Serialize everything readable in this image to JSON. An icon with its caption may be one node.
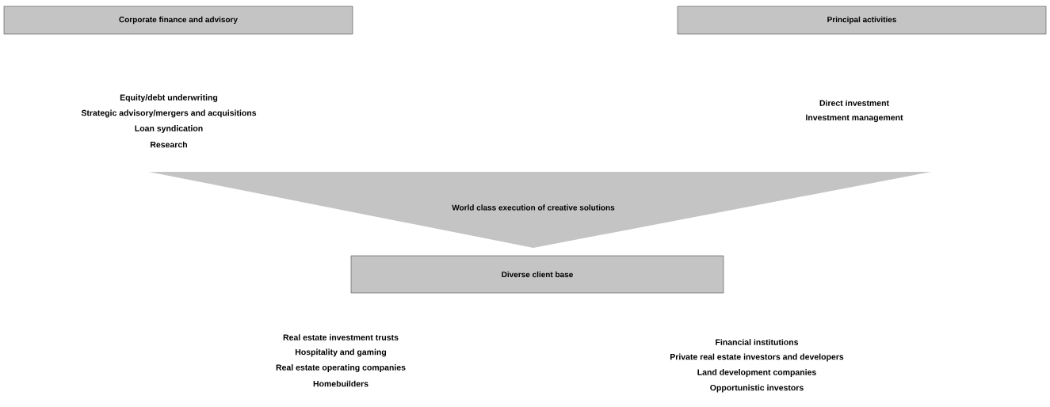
{
  "diagram": {
    "nodes": [
      {
        "text": [
          "Corporate finance and advisory"
        ],
        "beside": [
          "Equity/debt underwriting",
          "Strategic advisory/mergers and acquisitions",
          "Loan syndication",
          "Research"
        ]
      },
      {
        "text": [
          "Principal activities"
        ],
        "beside": [
          "Direct investment",
          "Investment management"
        ]
      },
      {
        "text": [
          "World class execution of creative solutions"
        ]
      },
      {
        "text": [
          "Diverse client base"
        ],
        "beside": [
          "Real estate investment trusts",
          "Hospitality and gaming",
          "Real estate operating companies",
          "Homebuilders",
          "Financial institutions",
          "Private real estate investors and developers",
          "Land development companies",
          "Opportunistic investors"
        ]
      }
    ]
  }
}
